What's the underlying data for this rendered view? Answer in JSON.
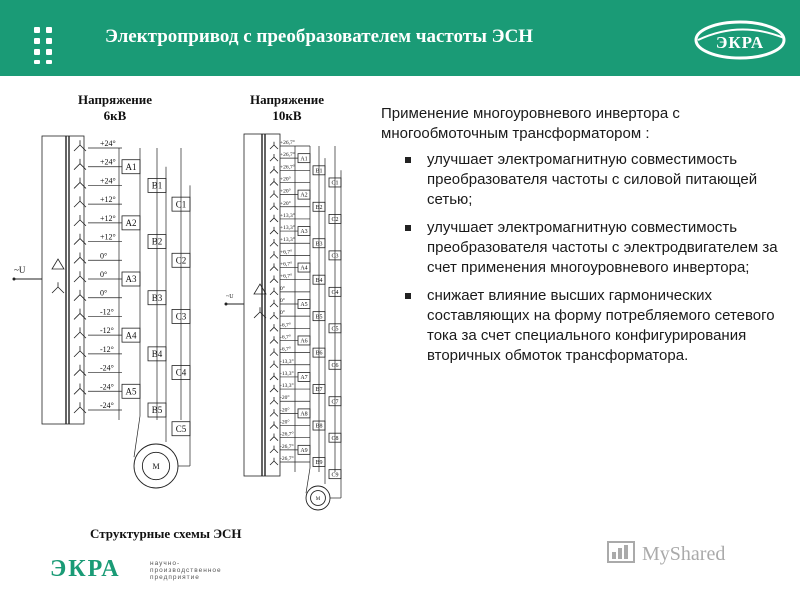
{
  "header": {
    "title": "Электропривод с преобразователем частоты ЭСН",
    "logo_text": "ЭКРА"
  },
  "diagram_left": {
    "label_line1": "Напряжение",
    "label_line2": "6кВ",
    "input_label": "~U",
    "motor_label": "M",
    "taps": [
      "+24°",
      "+24°",
      "+24°",
      "+12°",
      "+12°",
      "+12°",
      "0°",
      "0°",
      "0°",
      "-12°",
      "-12°",
      "-12°",
      "-24°",
      "-24°",
      "-24°"
    ],
    "blocks_a": [
      "A1",
      "A2",
      "A3",
      "A4",
      "A5"
    ],
    "blocks_b": [
      "B1",
      "B2",
      "B3",
      "B4",
      "B5"
    ],
    "blocks_c": [
      "C1",
      "C2",
      "C3",
      "C4",
      "C5"
    ]
  },
  "diagram_right": {
    "label_line1": "Напряжение",
    "label_line2": "10кВ",
    "input_label": "~U",
    "motor_label": "M",
    "taps": [
      "+26,7°",
      "+26,7°",
      "+26,7°",
      "+20°",
      "+20°",
      "+20°",
      "+13,3°",
      "+13,3°",
      "+13,3°",
      "+6,7°",
      "+6,7°",
      "+6,7°",
      "0°",
      "0°",
      "0°",
      "-6,7°",
      "-6,7°",
      "-6,7°",
      "-13,3°",
      "-13,3°",
      "-13,3°",
      "-20°",
      "-20°",
      "-20°",
      "-26,7°",
      "-26,7°",
      "-26,7°"
    ],
    "blocks_a": [
      "A1",
      "A2",
      "A3",
      "A4",
      "A5",
      "A6",
      "A7",
      "A8",
      "A9"
    ],
    "blocks_b": [
      "B1",
      "B2",
      "B3",
      "B4",
      "B5",
      "B6",
      "B7",
      "B8",
      "B9"
    ],
    "blocks_c": [
      "C1",
      "C2",
      "C3",
      "C4",
      "C5",
      "C6",
      "C7",
      "C8",
      "C9"
    ]
  },
  "caption": "Структурные схемы ЭСН",
  "text": {
    "intro": "Применение многоуровневого инвертора с многообмоточным трансформатором :",
    "bullets": [
      "улучшает электромагнитную совместимость преобразователя частоты с силовой питающей сетью;",
      "улучшает электромагнитную совместимость преобразователя частоты с электродвигателем за счет применения многоуровневого инвертора;",
      "снижает влияние высших гармонических составляющих на форму потребляемого сетевого тока за счет специального конфигурирования вторичных обмоток трансформатора."
    ]
  },
  "footer": {
    "logo_text": "ЭКРА",
    "company_line1": "научно-",
    "company_line2": "производственное",
    "company_line3": "предприятие",
    "watermark": "MyShared"
  },
  "colors": {
    "header_green": "#1a9b76",
    "logo_green": "#1a9b76"
  }
}
